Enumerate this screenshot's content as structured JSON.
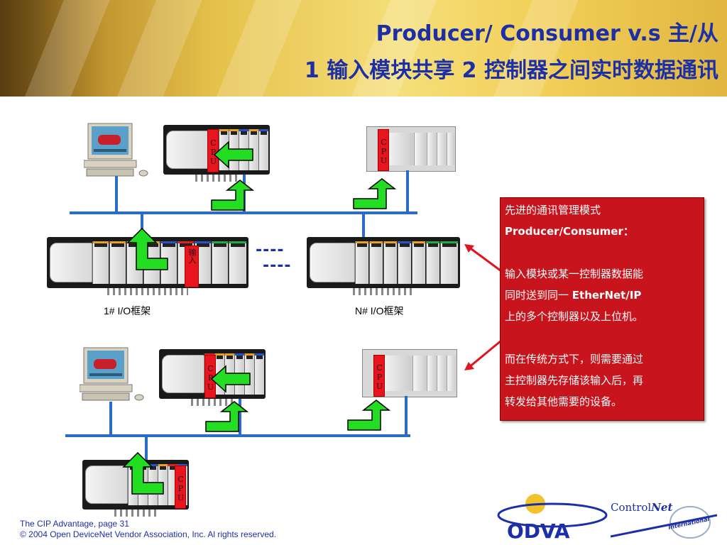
{
  "header": {
    "title_line1": "Producer/ Consumer v.s 主/从",
    "title_line2": "1 输入模块共享 2 控制器之间实时数据通讯"
  },
  "diagram": {
    "cpu_label": "CPU",
    "input_label": "输入",
    "rack1_label": "1# I/O框架",
    "rackN_label": "N#  I/O框架",
    "dashes": "----"
  },
  "infobox": {
    "line1": "先进的通讯管理模式",
    "line2": "Producer/Consumer：",
    "line3": "输入模块或某一控制器数据能",
    "line4_pre": "同时送到同一 ",
    "line4_bold": "EtherNet/IP",
    "line5": "上的多个控制器以及上位机。",
    "line6": "而在传统方式下，则需要通过",
    "line7": "主控制器先存储该输入后，再",
    "line8": "转发给其他需要的设备。"
  },
  "footer": {
    "line1": "The CIP Advantage, page 31",
    "line2": "© 2004 Open DeviceNet Vendor Association, Inc.   Al rights reserved."
  },
  "logos": {
    "odva": "ODVA",
    "controlnet_a": "Control",
    "controlnet_b": "Net",
    "controlnet_c": "International"
  },
  "colors": {
    "title_blue": "#1c2fa6",
    "bus_blue": "#2a6cc8",
    "info_red": "#c8141c",
    "arrow_green": "#22dd22",
    "pointer_red": "#e0141e"
  }
}
